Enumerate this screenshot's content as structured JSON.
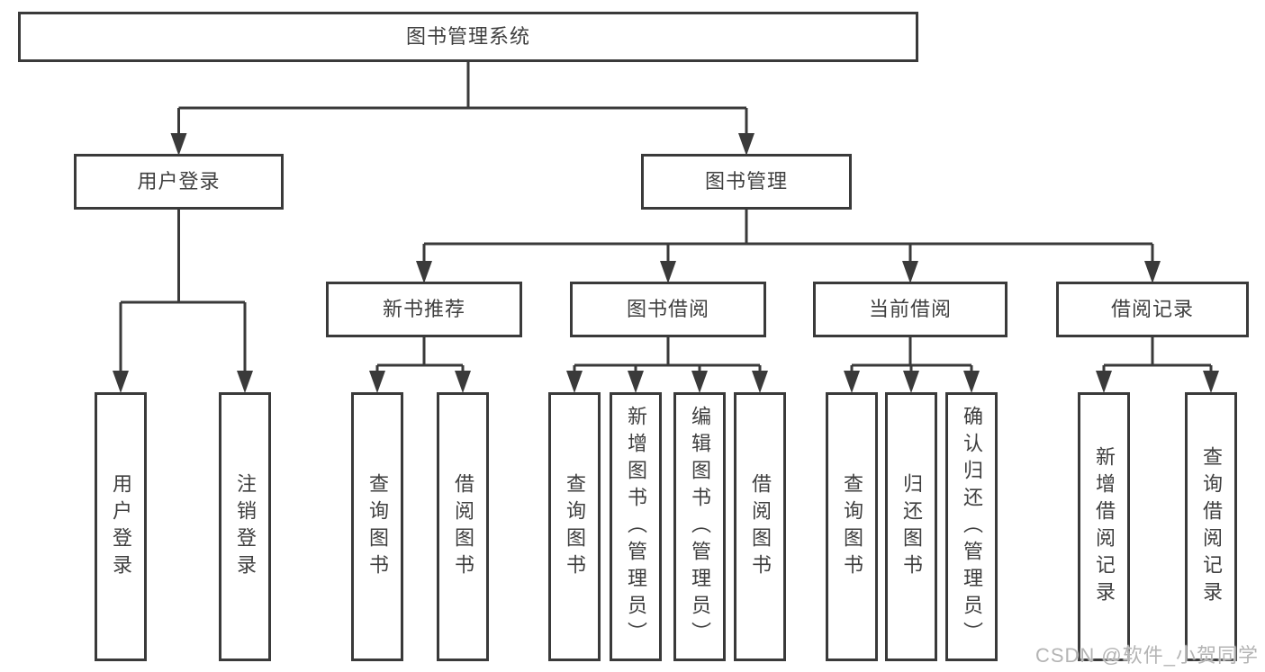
{
  "diagram": {
    "root": {
      "label": "图书管理系统"
    },
    "level2": [
      {
        "label": "用户登录"
      },
      {
        "label": "图书管理"
      }
    ],
    "level3": [
      {
        "label": "新书推荐",
        "parent": "图书管理"
      },
      {
        "label": "图书借阅",
        "parent": "图书管理"
      },
      {
        "label": "当前借阅",
        "parent": "图书管理"
      },
      {
        "label": "借阅记录",
        "parent": "图书管理"
      }
    ],
    "leaves": [
      {
        "label": "用户登录",
        "parent": "用户登录"
      },
      {
        "label": "注销登录",
        "parent": "用户登录"
      },
      {
        "label": "查询图书",
        "parent": "新书推荐"
      },
      {
        "label": "借阅图书",
        "parent": "新书推荐"
      },
      {
        "label": "查询图书",
        "parent": "图书借阅"
      },
      {
        "label": "新增图书（管理员）",
        "parent": "图书借阅"
      },
      {
        "label": "编辑图书（管理员）",
        "parent": "图书借阅"
      },
      {
        "label": "借阅图书",
        "parent": "图书借阅"
      },
      {
        "label": "查询图书",
        "parent": "当前借阅"
      },
      {
        "label": "归还图书",
        "parent": "当前借阅"
      },
      {
        "label": "确认归还（管理员）",
        "parent": "当前借阅"
      },
      {
        "label": "新增借阅记录",
        "parent": "借阅记录"
      },
      {
        "label": "查询借阅记录",
        "parent": "借阅记录"
      }
    ],
    "watermark": "CSDN @软件_小贺同学",
    "colors": {
      "line": "#3a3a3a",
      "text": "#3f3f3f",
      "background": "#ffffff",
      "watermark": "#b4b4b4"
    }
  }
}
